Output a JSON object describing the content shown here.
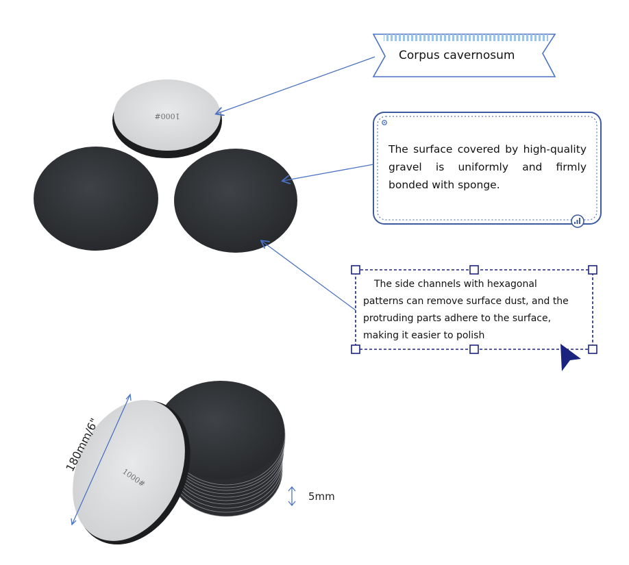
{
  "callouts": {
    "ribbon_label": "Corpus cavernosum",
    "surface_note": "The surface covered by high-quality gravel is uniformly and firmly bonded with sponge.",
    "channels_note": "The side channels with hexagonal patterns can remove surface dust, and the protruding parts adhere to the surface, making it easier to polish"
  },
  "product": {
    "grit_marking": "1000#",
    "diameter_label": "180mm/6\"",
    "thickness_label": "5mm"
  },
  "colors": {
    "accent_blue": "#4a72c4",
    "frame_blue": "#3b5aa0",
    "selection_blue": "#1a237e",
    "disc_dark": "#2e3033",
    "disc_light": "#d9dadb"
  },
  "icons": [
    "arrow-cursor-icon",
    "gear-icon",
    "signal-icon",
    "double-arrow-icon"
  ]
}
